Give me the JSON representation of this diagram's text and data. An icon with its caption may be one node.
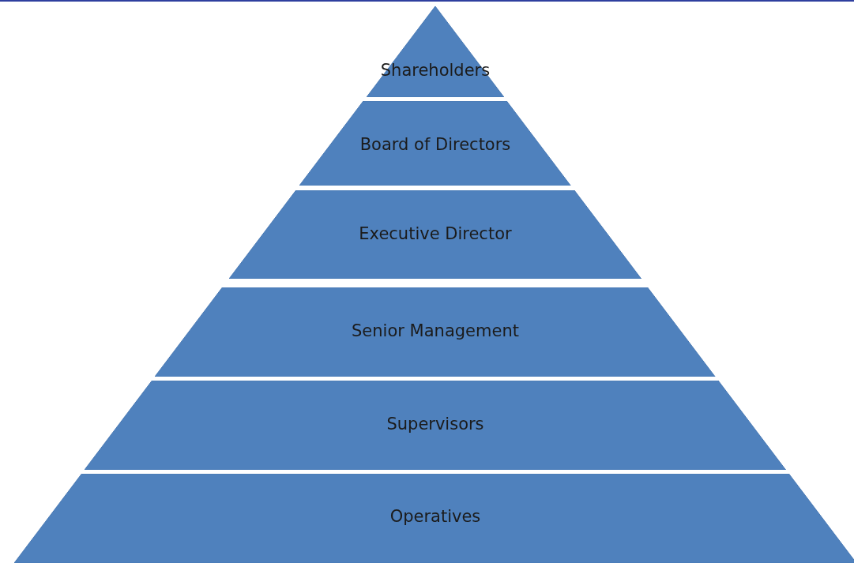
{
  "diagram": {
    "nodes": [
      {
        "text": [
          "Shareholders"
        ]
      },
      {
        "text": [
          "Board of Directors"
        ]
      },
      {
        "text": [
          "Executive Director"
        ]
      },
      {
        "text": [
          "Senior Management"
        ]
      },
      {
        "text": [
          "Supervisors"
        ]
      },
      {
        "text": [
          "Operatives"
        ]
      }
    ]
  }
}
